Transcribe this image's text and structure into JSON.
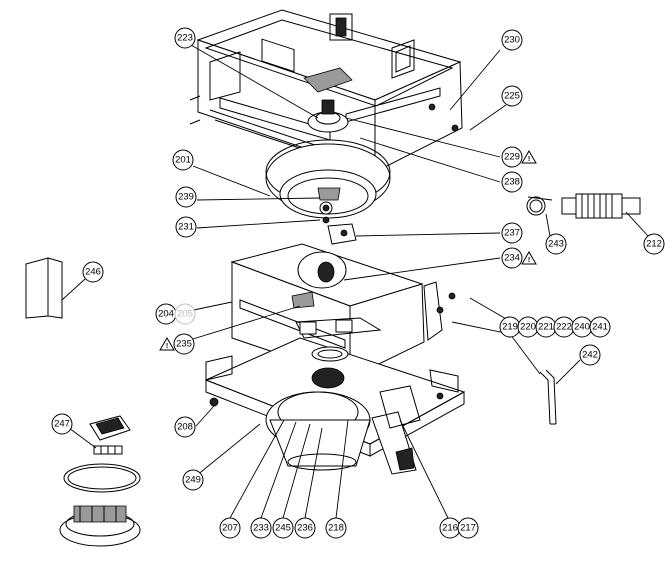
{
  "warning_symbol": "!",
  "part_labels": {
    "p201": "201",
    "p204": "204",
    "p205": "205",
    "p207": "207",
    "p208": "208",
    "p212": "212",
    "p216": "216",
    "p217": "217",
    "p218": "218",
    "p219": "219",
    "p220": "220",
    "p221": "221",
    "p222": "222",
    "p223": "223",
    "p225": "225",
    "p229": "229",
    "p230": "230",
    "p231": "231",
    "p233": "233",
    "p234": "234",
    "p235": "235",
    "p236": "236",
    "p237": "237",
    "p238": "238",
    "p239": "239",
    "p240": "240",
    "p241": "241",
    "p242": "242",
    "p243": "243",
    "p245": "245",
    "p246": "246",
    "p247": "247",
    "p249": "249"
  }
}
